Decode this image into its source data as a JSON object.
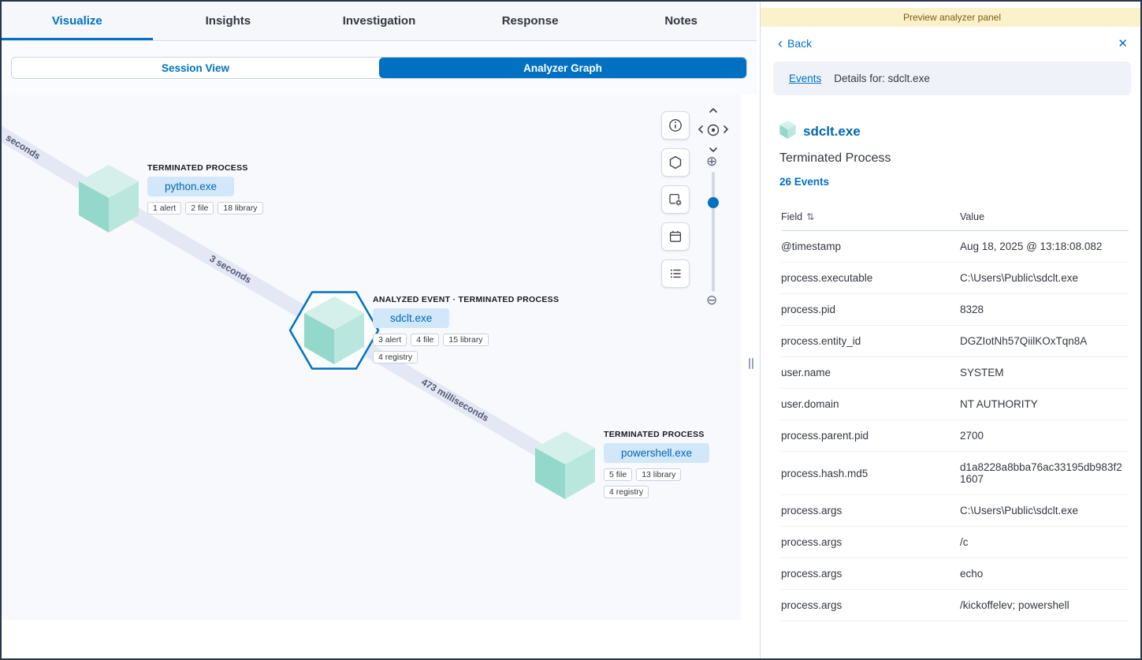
{
  "tabs": [
    {
      "label": "Visualize",
      "active": true
    },
    {
      "label": "Insights",
      "active": false
    },
    {
      "label": "Investigation",
      "active": false
    },
    {
      "label": "Response",
      "active": false
    },
    {
      "label": "Notes",
      "active": false
    }
  ],
  "view_toggle": {
    "session_label": "Session View",
    "analyzer_label": "Analyzer Graph"
  },
  "graph": {
    "edges": [
      {
        "label": "seconds"
      },
      {
        "label": "3 seconds"
      },
      {
        "label": "473 milliseconds"
      }
    ],
    "nodes": [
      {
        "id": "python",
        "header": "TERMINATED PROCESS",
        "name": "python.exe",
        "badges": [
          "1 alert",
          "2 file",
          "18 library"
        ],
        "selected": false
      },
      {
        "id": "sdclt",
        "header": "ANALYZED EVENT · TERMINATED PROCESS",
        "name": "sdclt.exe",
        "badges": [
          "3 alert",
          "4 file",
          "15 library",
          "4 registry"
        ],
        "selected": true
      },
      {
        "id": "powershell",
        "header": "TERMINATED PROCESS",
        "name": "powershell.exe",
        "badges": [
          "5 file",
          "13 library",
          "4 registry"
        ],
        "selected": false
      }
    ],
    "colors": {
      "accent": "#0071c2",
      "cube_top": "#d5f0ea",
      "cube_left": "#93d8cb",
      "cube_right": "#b9e7de",
      "edge": "#e4e8f5"
    }
  },
  "icons": {
    "close": "✕",
    "back_chevron": "‹",
    "zoom_in": "⊕",
    "zoom_out": "⊖",
    "sort": "⇅"
  },
  "panel": {
    "banner": "Preview analyzer panel",
    "back_label": "Back",
    "breadcrumb": {
      "events": "Events",
      "details": "Details for: sdclt.exe"
    },
    "title": "sdclt.exe",
    "subtitle": "Terminated Process",
    "events_count": "26 Events",
    "table": {
      "field_header": "Field",
      "value_header": "Value",
      "rows": [
        {
          "field": "@timestamp",
          "value": "Aug 18, 2025 @ 13:18:08.082"
        },
        {
          "field": "process.executable",
          "value": "C:\\Users\\Public\\sdclt.exe"
        },
        {
          "field": "process.pid",
          "value": "8328"
        },
        {
          "field": "process.entity_id",
          "value": "DGZIotNh57QiilKOxTqn8A"
        },
        {
          "field": "user.name",
          "value": "SYSTEM"
        },
        {
          "field": "user.domain",
          "value": "NT AUTHORITY"
        },
        {
          "field": "process.parent.pid",
          "value": "2700"
        },
        {
          "field": "process.hash.md5",
          "value": "d1a8228a8bba76ac33195db983f21607"
        },
        {
          "field": "process.args",
          "value": "C:\\Users\\Public\\sdclt.exe"
        },
        {
          "field": "process.args",
          "value": "/c"
        },
        {
          "field": "process.args",
          "value": "echo"
        },
        {
          "field": "process.args",
          "value": "/kickoffelev; powershell"
        }
      ]
    }
  }
}
